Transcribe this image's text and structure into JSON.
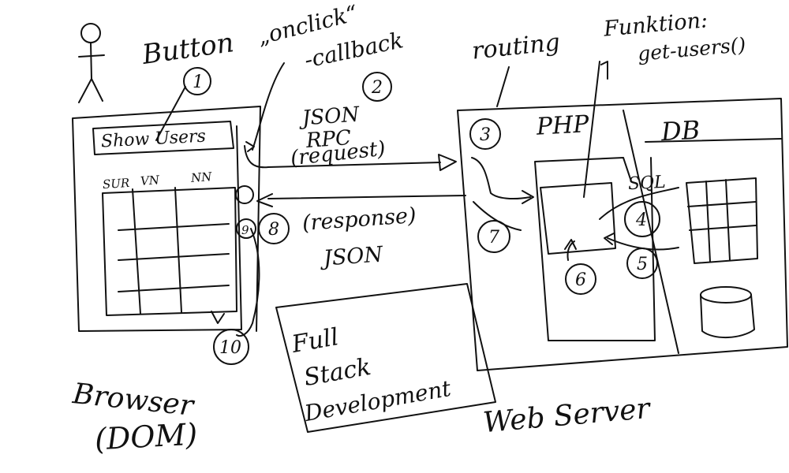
{
  "labels": {
    "button_label": "Button",
    "onclick_label": "„onclick“",
    "callback_label": "-callback",
    "routing_label": "routing",
    "funktion_label": "Funktion:",
    "get_users_label": "get-users()",
    "show_users_button": "Show Users",
    "col_1": "SUR",
    "col_2": "VN",
    "col_3": "NN",
    "json_rpc_line1": "JSON",
    "json_rpc_line2": "RPC",
    "json_rpc_line3": "(request)",
    "response_line1": "(response)",
    "response_line2": "JSON",
    "php_label": "PHP",
    "db_label": "DB",
    "sql_label": "SQL",
    "fullstack_line1": "Full",
    "fullstack_line2": "Stack",
    "fullstack_line3": "Development",
    "webserver_label": "Web Server",
    "browser_line1": "Browser",
    "browser_line2": "(DOM)"
  },
  "step_numbers": [
    "1",
    "2",
    "3",
    "4",
    "5",
    "6",
    "7",
    "8",
    "9",
    "10"
  ],
  "ink_color": "#111111"
}
